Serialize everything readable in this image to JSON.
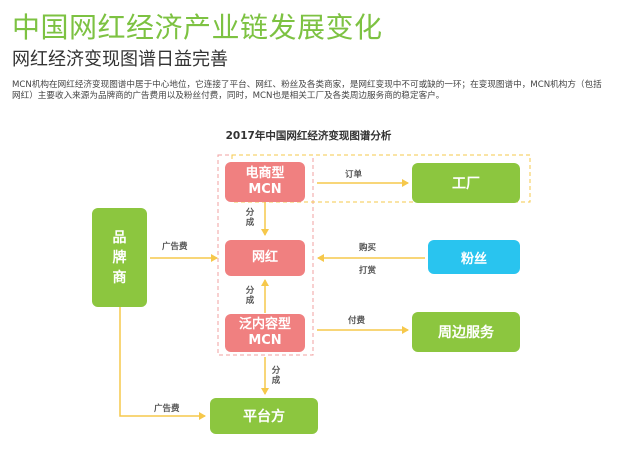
{
  "header": {
    "title": "中国网红经济产业链发展变化",
    "subtitle": "网红经济变现图谱日益完善",
    "description": "MCN机构在网红经济变现图谱中居于中心地位，它连接了平台、网红、粉丝及各类商家，是网红变现中不可或缺的一环；在变现图谱中，MCN机构方（包括网红）主要收入来源为品牌商的广告费用以及粉丝付费，同时，MCN也是相关工厂及各类周边服务商的稳定客户。"
  },
  "diagram": {
    "title": "2017年中国网红经济变现图谱分析",
    "nodes": {
      "ecommerce_mcn": "电商型\nMCN",
      "factory": "工厂",
      "brand": "品\n牌\n商",
      "influencer": "网红",
      "fans": "粉丝",
      "content_mcn": "泛内容型\nMCN",
      "peripheral": "周边服务",
      "platform": "平台方"
    },
    "labels": {
      "order": "订单",
      "ad_fee_top": "广告费",
      "split_1": "分成",
      "buy": "购买",
      "tip": "打赏",
      "split_2": "分成",
      "pay": "付费",
      "split_3": "分成",
      "ad_fee_bottom": "广告费"
    },
    "colors": {
      "arrow": "#f6c84b",
      "dash": "#f0a0a0",
      "dash_yellow": "#f6c84b",
      "pink": "#f08080",
      "green": "#8cc63f",
      "blue": "#29c4ef"
    }
  }
}
